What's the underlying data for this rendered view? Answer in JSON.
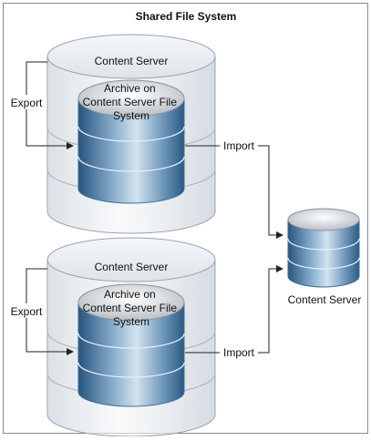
{
  "title": "Shared File System",
  "top_group": {
    "server_label": "Content Server",
    "archive_label_lines": [
      "Archive on",
      "Content Server File",
      "System"
    ],
    "export_label": "Export",
    "import_label": "Import"
  },
  "bottom_group": {
    "server_label": "Content Server",
    "archive_label_lines": [
      "Archive on",
      "Content Server File",
      "System"
    ],
    "export_label": "Export",
    "import_label": "Import"
  },
  "target_server": {
    "label": "Content Server"
  },
  "colors": {
    "frame_border": "#8a8a8a",
    "outer_cylinder_stroke": "#9aa3ad",
    "outer_cylinder_fill": "#e3e7ec",
    "disk_dark": "#2f5f8f",
    "disk_light": "#c9dceb",
    "arrow": "#222222"
  }
}
